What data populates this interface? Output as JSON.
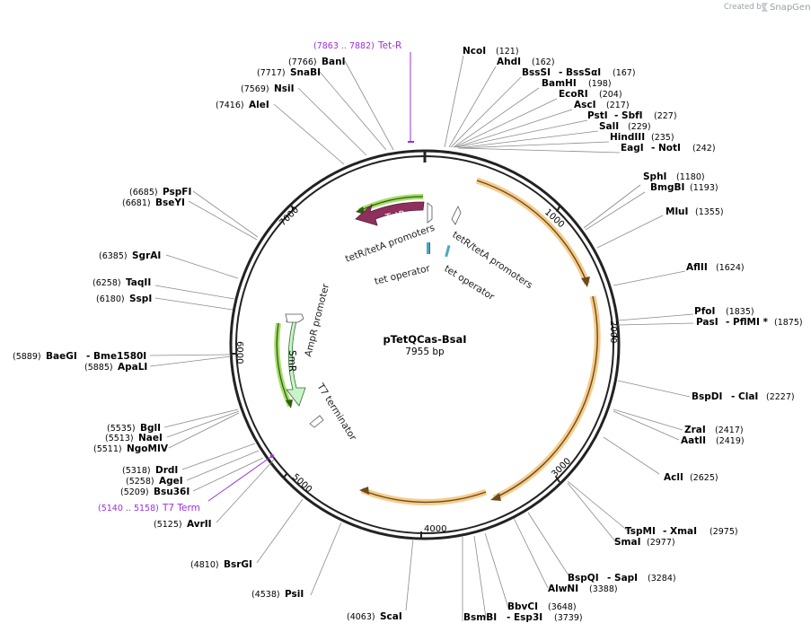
{
  "credit": {
    "prefix": "Created by",
    "brand": "SnapGene"
  },
  "plasmid": {
    "name": "pTetQCas-BsaI",
    "length_label": "7955 bp"
  },
  "ticks": [
    "1000",
    "2000",
    "3000",
    "4000",
    "5000",
    "6000",
    "7000"
  ],
  "sites": [
    {
      "name": "NcoI",
      "pos": "(121)"
    },
    {
      "name": "AhdI",
      "pos": "(162)"
    },
    {
      "name": "BssSI",
      "extra": "- BssSαI",
      "pos": "(167)"
    },
    {
      "name": "BamHI",
      "pos": "(198)"
    },
    {
      "name": "EcoRI",
      "pos": "(204)"
    },
    {
      "name": "AscI",
      "pos": "(217)"
    },
    {
      "name": "PstI",
      "extra": "- SbfI",
      "pos": "(227)"
    },
    {
      "name": "SalI",
      "pos": "(229)"
    },
    {
      "name": "HindIII",
      "pos": "(235)"
    },
    {
      "name": "EagI",
      "extra": "- NotI",
      "pos": "(242)"
    },
    {
      "name": "SphI",
      "pos": "(1180)"
    },
    {
      "name": "BmgBI",
      "pos": "(1193)"
    },
    {
      "name": "MluI",
      "pos": "(1355)"
    },
    {
      "name": "AflII",
      "pos": "(1624)"
    },
    {
      "name": "PfoI",
      "pos": "(1835)"
    },
    {
      "name": "PasI",
      "extra": "- PflMI *",
      "pos": "(1875)"
    },
    {
      "name": "BspDI",
      "extra": "- ClaI",
      "pos": "(2227)"
    },
    {
      "name": "ZraI",
      "pos": "(2417)"
    },
    {
      "name": "AatII",
      "pos": "(2419)"
    },
    {
      "name": "AclI",
      "pos": "(2625)"
    },
    {
      "name": "TspMI",
      "extra": "- XmaI",
      "pos": "(2975)"
    },
    {
      "name": "SmaI",
      "pos": "(2977)"
    },
    {
      "name": "BspQI",
      "extra": "- SapI",
      "pos": "(3284)"
    },
    {
      "name": "AlwNI",
      "pos": "(3388)"
    },
    {
      "name": "BbvCI",
      "pos": "(3648)"
    },
    {
      "name": "BsmBI",
      "extra": "- Esp3I",
      "pos": "(3739)"
    },
    {
      "name": "ScaI",
      "pos": "(4063)"
    },
    {
      "name": "PsiI",
      "pos": "(4538)"
    },
    {
      "name": "BsrGI",
      "pos": "(4810)"
    },
    {
      "name": "AvrII",
      "pos": "(5125)"
    },
    {
      "name": "Bsu36I",
      "pos": "(5209)"
    },
    {
      "name": "AgeI",
      "pos": "(5258)"
    },
    {
      "name": "DrdI",
      "pos": "(5318)"
    },
    {
      "name": "NgoMIV",
      "pos": "(5511)"
    },
    {
      "name": "NaeI",
      "pos": "(5513)"
    },
    {
      "name": "BglI",
      "pos": "(5535)"
    },
    {
      "name": "ApaLI",
      "pos": "(5885)"
    },
    {
      "name": "BaeGI",
      "extra": "- Bme1580I",
      "pos": "(5889)"
    },
    {
      "name": "SspI",
      "pos": "(6180)"
    },
    {
      "name": "TaqII",
      "pos": "(6258)"
    },
    {
      "name": "SgrAI",
      "pos": "(6385)"
    },
    {
      "name": "BseYI",
      "pos": "(6681)"
    },
    {
      "name": "PspFI",
      "pos": "(6685)"
    },
    {
      "name": "AleI",
      "pos": "(7416)"
    },
    {
      "name": "NsiI",
      "pos": "(7569)"
    },
    {
      "name": "SnaBI",
      "pos": "(7717)"
    },
    {
      "name": "BanI",
      "pos": "(7766)"
    }
  ],
  "primers": [
    {
      "name": "Tet-R",
      "range": "(7863 .. 7882)"
    },
    {
      "name": "T7 Term",
      "range": "(5140 .. 5158)"
    }
  ],
  "features": {
    "tetR_label": "TetR",
    "smR_label": "SmR",
    "tetr_tetA_promoters_1": "tetR/tetA promoters",
    "tetr_tetA_promoters_2": "tetR/tetA promoters",
    "tet_operator_1": "tet operator",
    "tet_operator_2": "tet operator",
    "ampr_promoter": "AmpR promoter",
    "t7_terminator": "T7 terminator"
  },
  "colors": {
    "backbone": "#222222",
    "tetR_fill": "#8e2f5c",
    "smR_fill": "#c8f5c8",
    "orf_orange": "#f5c77e",
    "orf_green": "#a6dd6a",
    "primer": "#9b30d9",
    "operator": "#4aa8c0"
  }
}
